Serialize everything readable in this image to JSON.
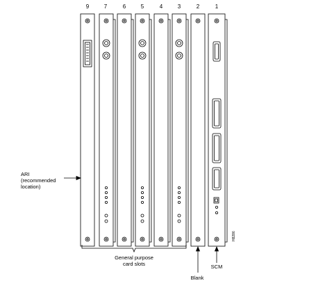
{
  "diagram": {
    "slot_numbers": [
      "9",
      "7",
      "6",
      "5",
      "4",
      "3",
      "2",
      "1"
    ],
    "labels": {
      "ari_line1": "ARI",
      "ari_line2": "(recommended",
      "ari_line3": "location)",
      "general_line1": "General purpose",
      "general_line2": "card slots",
      "blank": "Blank",
      "scm": "SCM"
    },
    "figure_id": "H8286"
  }
}
